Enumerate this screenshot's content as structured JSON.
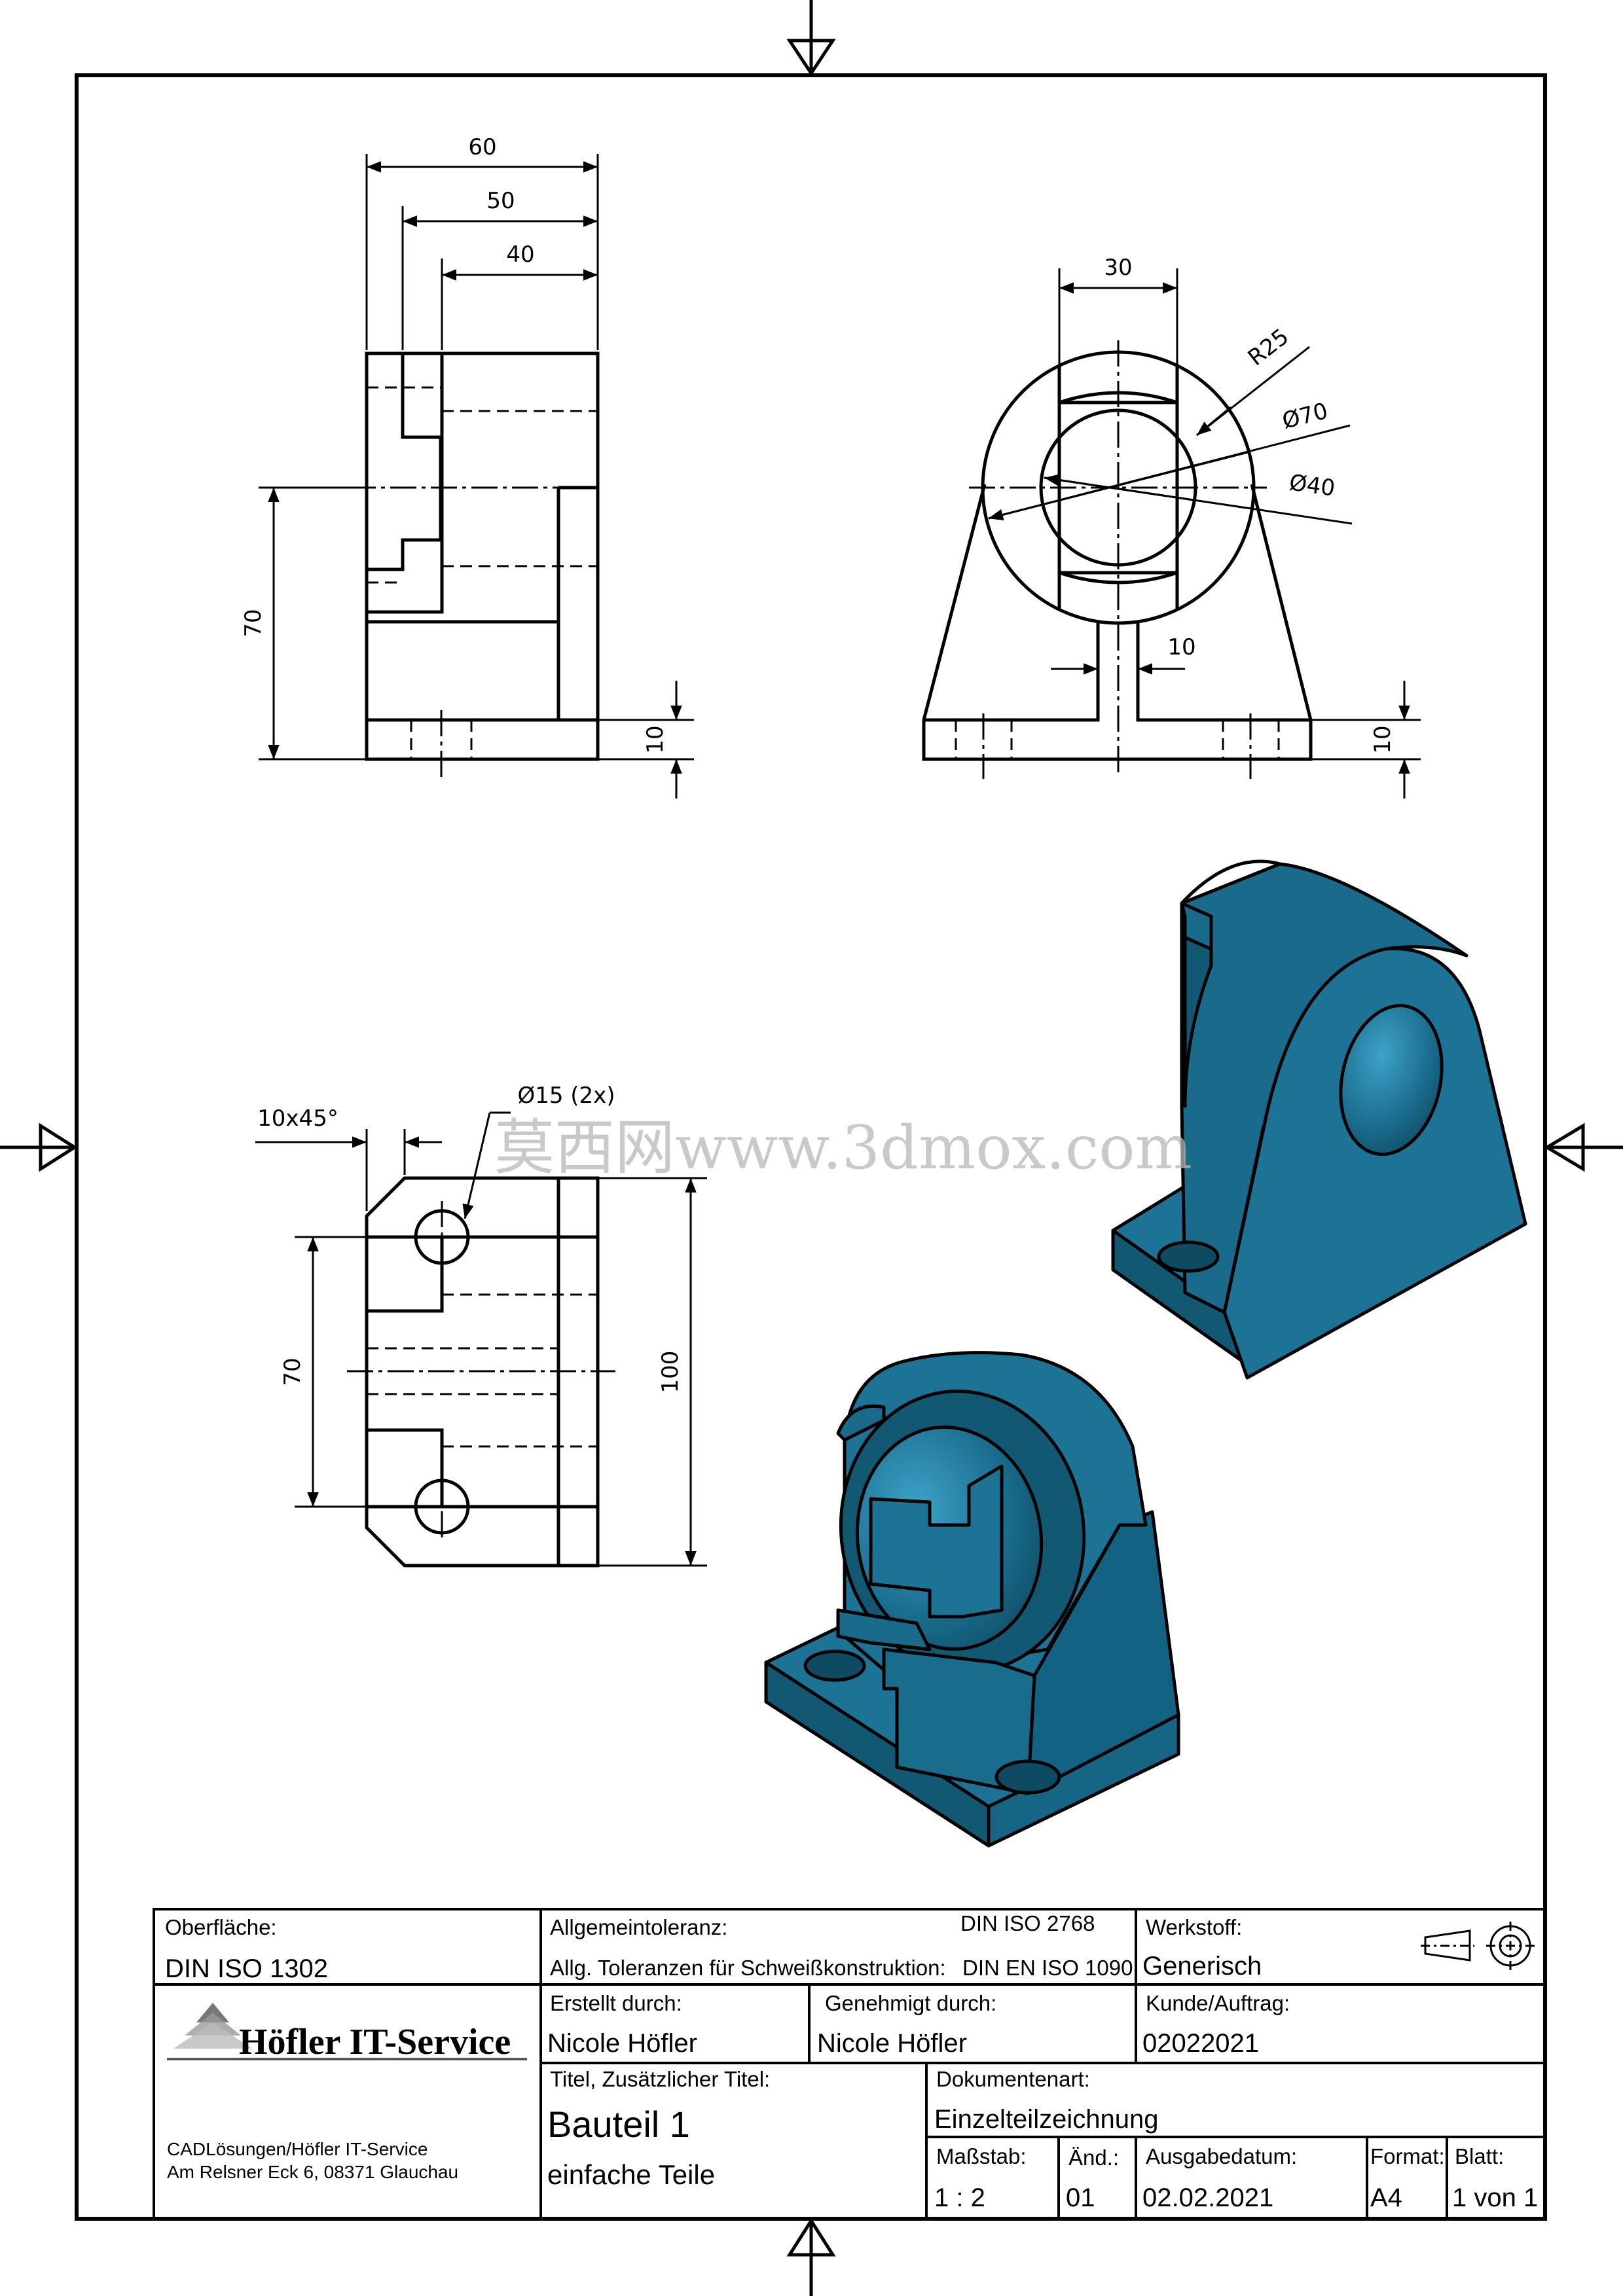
{
  "title_block": {
    "surface_label": "Oberfläche:",
    "surface_value": "DIN ISO 1302",
    "general_tolerance_label": "Allgemeintoleranz:",
    "general_tolerance_value": "DIN ISO 2768",
    "weld_tolerance_label": "Allg. Toleranzen für Schweißkonstruktion:",
    "weld_tolerance_value": "DIN EN ISO 1090",
    "material_label": "Werkstoff:",
    "material_value": "Generisch",
    "created_by_label": "Erstellt durch:",
    "created_by_value": "Nicole Höfler",
    "approved_by_label": "Genehmigt durch:",
    "approved_by_value": "Nicole Höfler",
    "customer_label": "Kunde/Auftrag:",
    "customer_value": "02022021",
    "company_logo_text": "Höfler IT-Service",
    "title_label": "Titel, Zusätzlicher Titel:",
    "title_value": "Bauteil 1",
    "subtitle_value": "einfache Teile",
    "doc_type_label": "Dokumentenart:",
    "doc_type_value": "Einzelteilzeichnung",
    "scale_label": "Maßstab:",
    "scale_value": "1 : 2",
    "revision_label": "Änd.:",
    "revision_value": "01",
    "issue_date_label": "Ausgabedatum:",
    "issue_date_value": "02.02.2021",
    "format_label": "Format:",
    "format_value": "A4",
    "sheet_label": "Blatt:",
    "sheet_value": "1 von 1",
    "company_line1": "CADLösungen/Höfler IT-Service",
    "company_line2": "Am Relsner Eck 6, 08371 Glauchau"
  },
  "dimensions": {
    "front_width_60": "60",
    "front_width_50": "50",
    "front_width_40": "40",
    "front_height_70": "70",
    "front_base_10": "10",
    "side_width_30": "30",
    "side_radius": "R25",
    "side_dia_70": "Ø70",
    "side_dia_40": "Ø40",
    "side_web_10": "10",
    "side_base_10": "10",
    "top_chamfer": "10x45°",
    "top_holes": "Ø15 (2x)",
    "top_spacing_70": "70",
    "top_length_100": "100"
  },
  "watermark": "莫西网www.3dmox.com",
  "colors": {
    "model_fill": "#1d7396",
    "model_dark": "#125873",
    "model_light": "#2f8fb5",
    "line": "#000000"
  }
}
